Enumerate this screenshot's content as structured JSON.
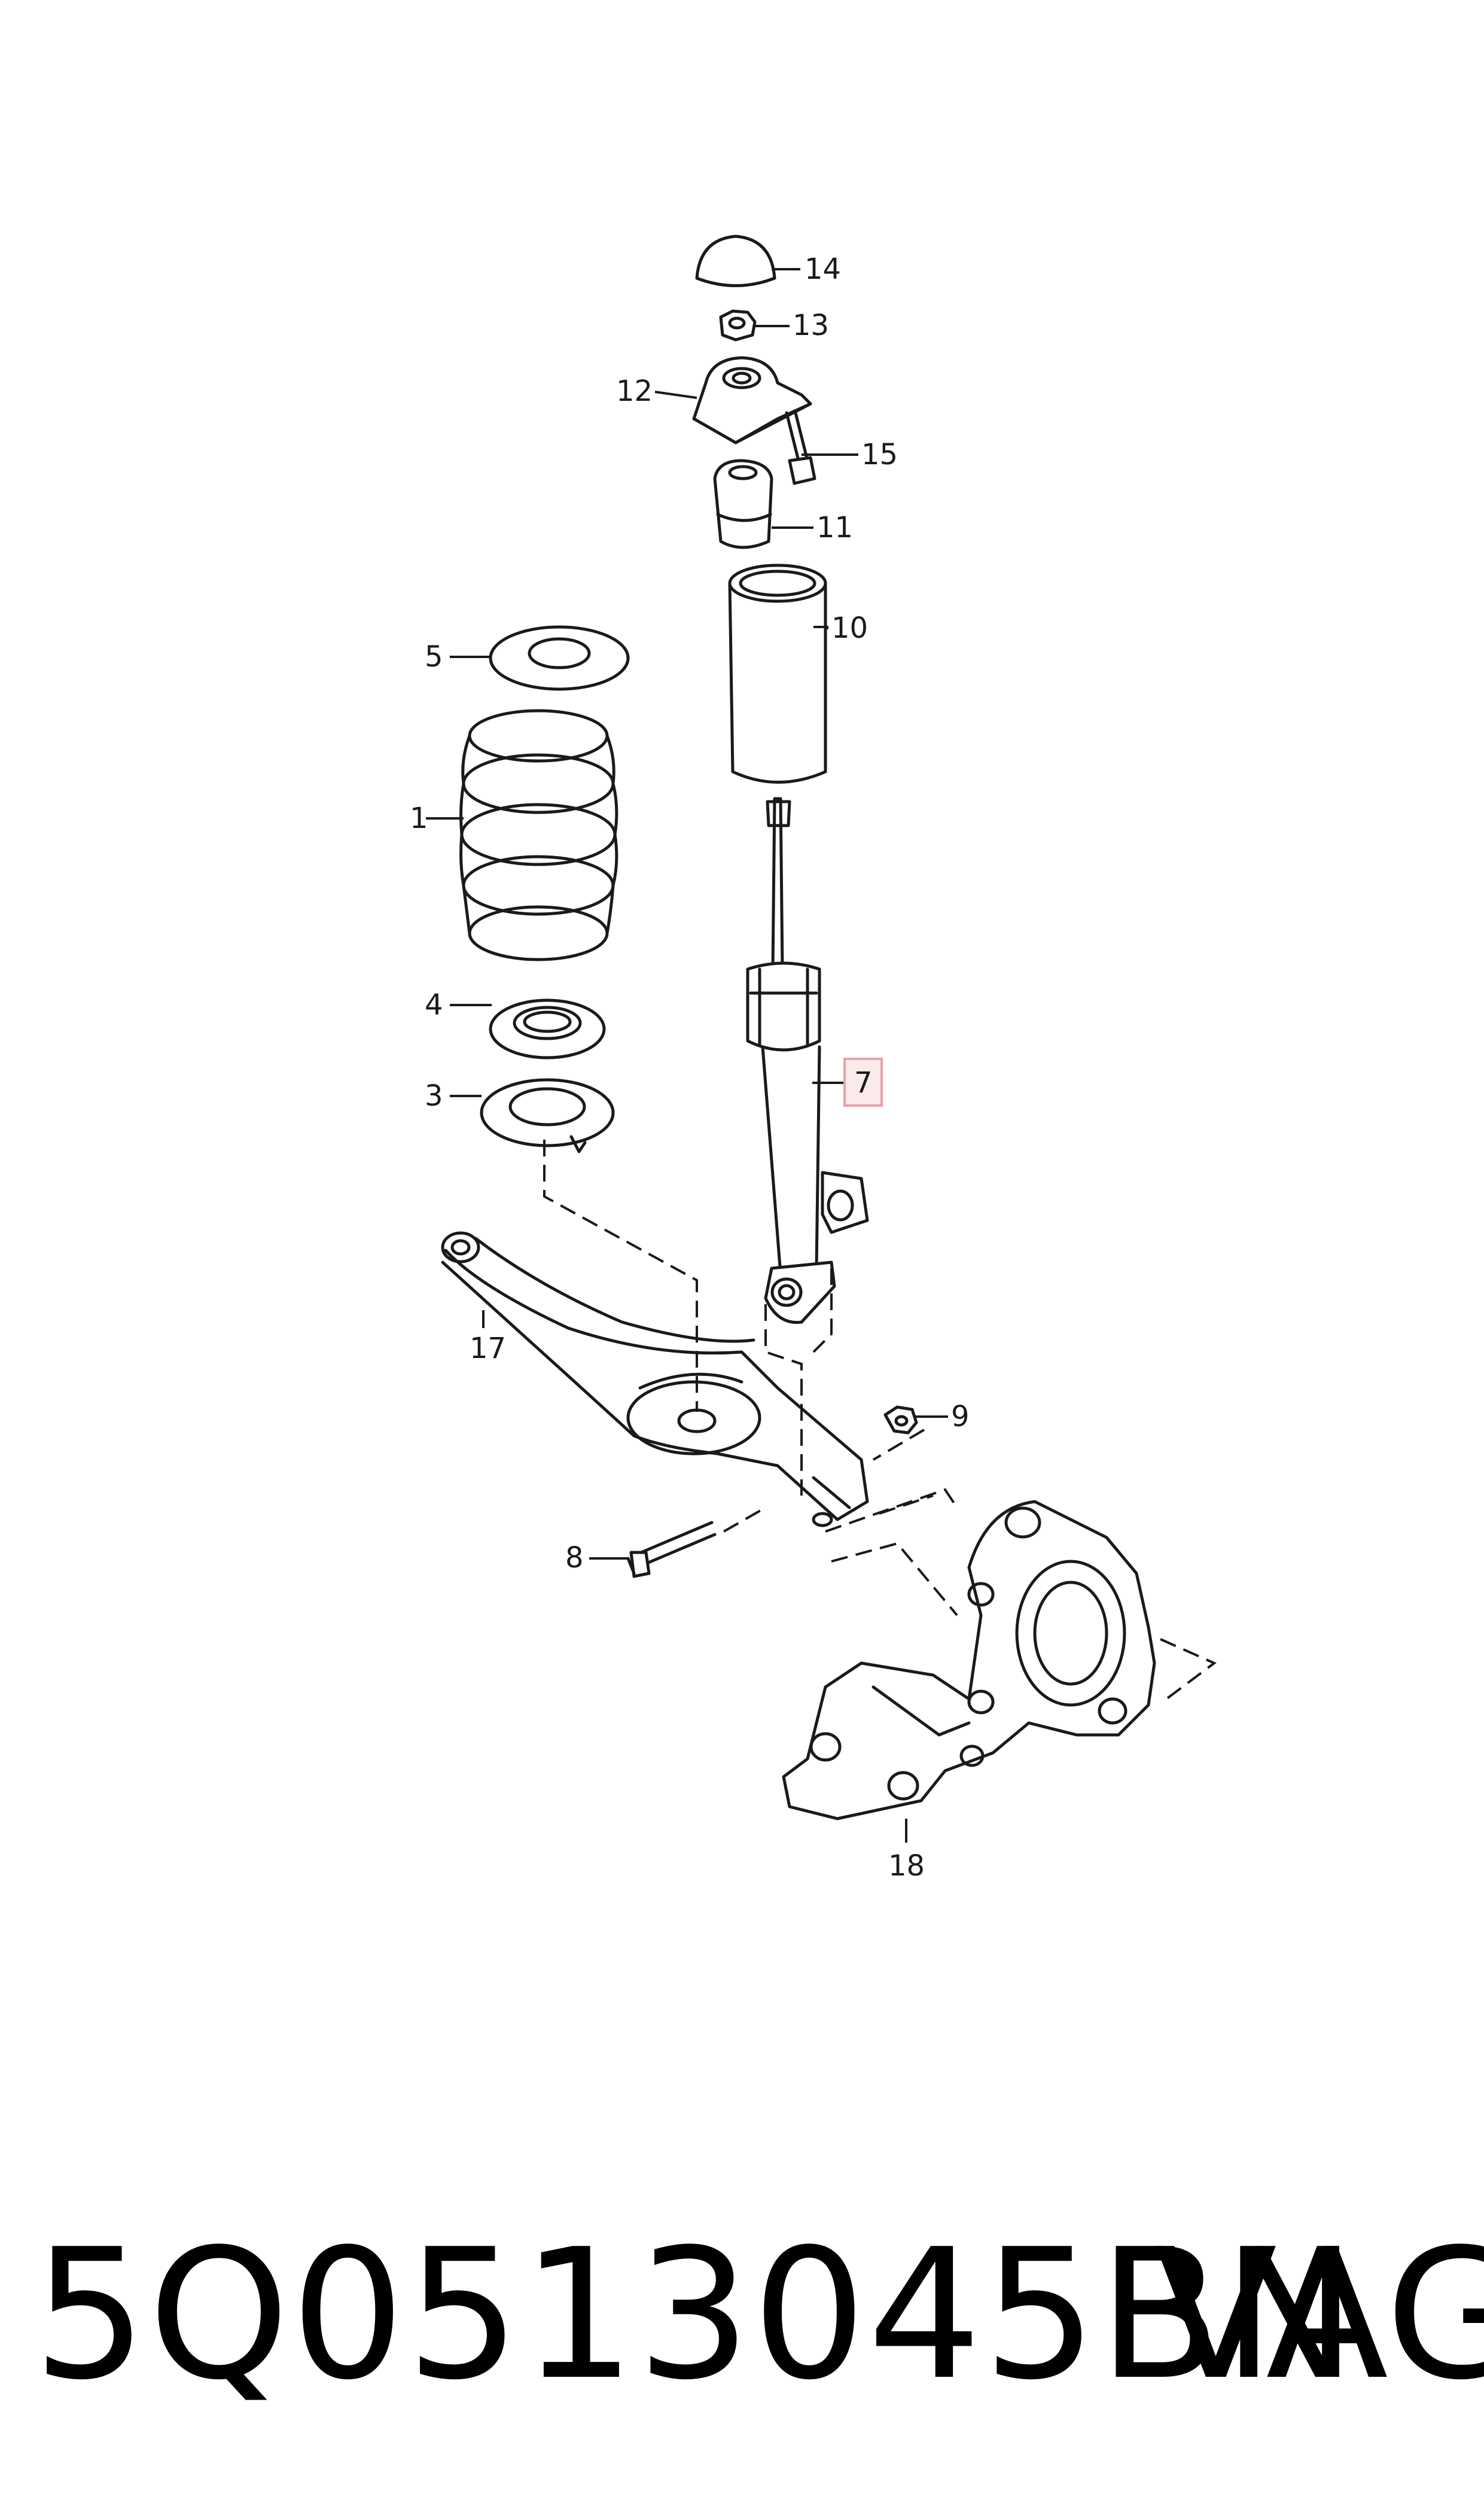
{
  "diagram": {
    "callouts": {
      "c1": "1",
      "c3": "3",
      "c4": "4",
      "c5": "5",
      "c7": "7",
      "c8": "8",
      "c9": "9",
      "c10": "10",
      "c11": "11",
      "c12": "12",
      "c13": "13",
      "c14": "14",
      "c15": "15",
      "c17": "17",
      "c18": "18"
    },
    "highlight_color": "#e8a0a8"
  },
  "footer": {
    "part_number": "5Q0513045BN",
    "brand": "VAG"
  }
}
